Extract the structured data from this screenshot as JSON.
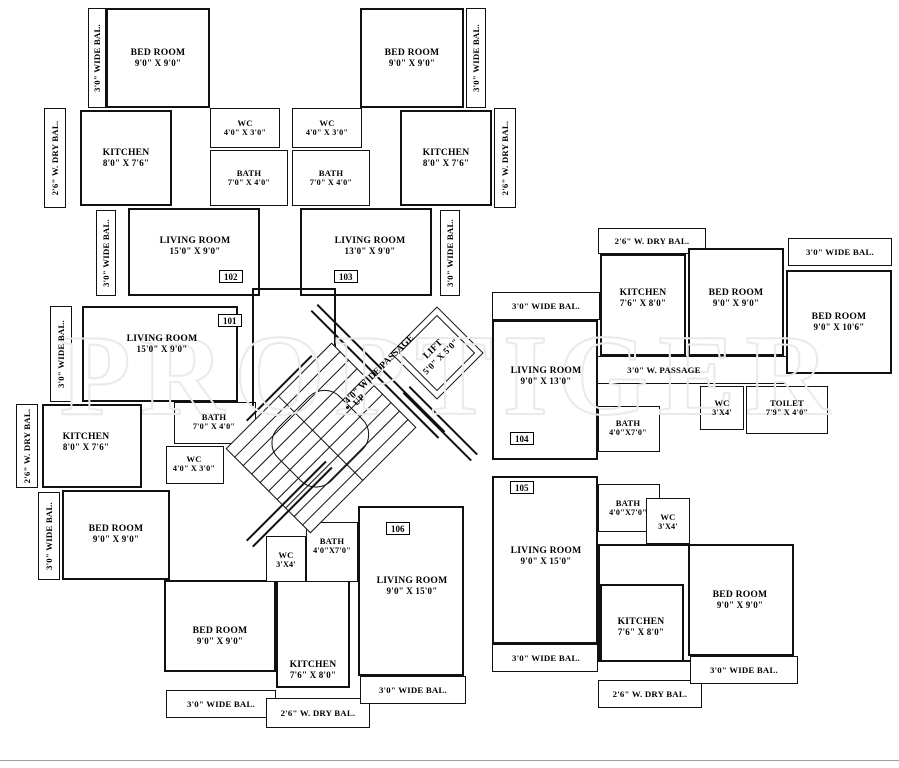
{
  "document": {
    "type": "floor-plan",
    "watermark": "PROPTIGER"
  },
  "units": [
    {
      "number": "101",
      "rooms": [
        {
          "name": "LIVING ROOM",
          "dim": "15'0\" X 9'0\""
        },
        {
          "name": "KITCHEN",
          "dim": "8'0\" X 7'6\""
        },
        {
          "name": "BED ROOM",
          "dim": "9'0\" X 9'0\""
        },
        {
          "name": "BATH",
          "dim": "7'0\" X 4'0\""
        },
        {
          "name": "WC",
          "dim": "4'0\" X 3'0\""
        }
      ],
      "balconies": [
        "3'0\" WIDE BAL.",
        "2'6\" W. DRY BAL.",
        "3'0\" WIDE BAL."
      ]
    },
    {
      "number": "102",
      "rooms": [
        {
          "name": "LIVING ROOM",
          "dim": "15'0\" X 9'0\""
        },
        {
          "name": "KITCHEN",
          "dim": "8'0\" X 7'6\""
        },
        {
          "name": "BED ROOM",
          "dim": "9'0\" X 9'0\""
        },
        {
          "name": "BATH",
          "dim": "7'0\" X 4'0\""
        },
        {
          "name": "WC",
          "dim": "4'0\" X 3'0\""
        }
      ],
      "balconies": [
        "3'0\" WIDE BAL.",
        "2'6\" W. DRY BAL.",
        "3'0\" WIDE BAL."
      ]
    },
    {
      "number": "103",
      "rooms": [
        {
          "name": "LIVING ROOM",
          "dim": "13'0\" X 9'0\""
        },
        {
          "name": "KITCHEN",
          "dim": "8'0\" X 7'6\""
        },
        {
          "name": "BED ROOM",
          "dim": "9'0\" X 9'0\""
        },
        {
          "name": "BATH",
          "dim": "7'0\" X 4'0\""
        },
        {
          "name": "WC",
          "dim": "4'0\" X 3'0\""
        }
      ],
      "balconies": [
        "3'0\" WIDE BAL.",
        "2'6\" W. DRY BAL.",
        "3'0\" WIDE BAL."
      ]
    },
    {
      "number": "104",
      "rooms": [
        {
          "name": "LIVING ROOM",
          "dim": "9'0\" X 13'0\""
        },
        {
          "name": "KITCHEN",
          "dim": "7'6\" X 8'0\""
        },
        {
          "name": "BED ROOM",
          "dim": "9'0\" X 9'0\""
        },
        {
          "name": "BED ROOM",
          "dim": "9'0\" X 10'6\""
        },
        {
          "name": "TOILET",
          "dim": "7'9\" X 4'0\""
        },
        {
          "name": "BATH",
          "dim": "4'0\"X7'0\""
        },
        {
          "name": "WC",
          "dim": "3'X4'"
        }
      ],
      "passage": "3'0\" W. PASSAGE",
      "balconies": [
        "3'0\" WIDE BAL.",
        "2'6\" W. DRY BAL.",
        "3'0\" WIDE BAL."
      ]
    },
    {
      "number": "105",
      "rooms": [
        {
          "name": "LIVING ROOM",
          "dim": "9'0\" X 15'0\""
        },
        {
          "name": "KITCHEN",
          "dim": "7'6\" X 8'0\""
        },
        {
          "name": "BED ROOM",
          "dim": "9'0\" X 9'0\""
        },
        {
          "name": "BATH",
          "dim": "4'0\"X7'0\""
        },
        {
          "name": "WC",
          "dim": "3'X4'"
        }
      ],
      "balconies": [
        "3'0\" WIDE BAL.",
        "2'6\" W. DRY BAL.",
        "3'0\" WIDE BAL."
      ]
    },
    {
      "number": "106",
      "rooms": [
        {
          "name": "LIVING ROOM",
          "dim": "9'0\" X 15'0\""
        },
        {
          "name": "KITCHEN",
          "dim": "7'6\" X 8'0\""
        },
        {
          "name": "BED ROOM",
          "dim": "9'0\" X 9'0\""
        },
        {
          "name": "BATH",
          "dim": "4'0\"X7'0\""
        },
        {
          "name": "WC",
          "dim": "3'X4'"
        }
      ],
      "balconies": [
        "3'0\" WIDE BAL.",
        "2'6\" W. DRY BAL.",
        "3'0\" WIDE BAL."
      ]
    }
  ],
  "core": {
    "lift_name": "LIFT",
    "lift_dim": "5'0\" X 5'0\"",
    "passage": "4'0\" WIDE PASSAGE",
    "stair_direction": "UP"
  },
  "labels": {
    "bed_room": "BED ROOM",
    "living_room": "LIVING ROOM",
    "kitchen": "KITCHEN",
    "bath": "BATH",
    "wc": "WC",
    "toilet": "TOILET",
    "bal_3_wide": "3'0\" WIDE BAL.",
    "bal_26_dry": "2'6\" W. DRY BAL.",
    "passage_3": "3'0\" W. PASSAGE",
    "dim_bed_9x9": "9'0\" X 9'0\"",
    "dim_bed_9x106": "9'0\" X 10'6\"",
    "dim_kit_8x76": "8'0\" X 7'6\"",
    "dim_kit_76x8": "7'6\" X 8'0\"",
    "dim_bath_7x4": "7'0\" X 4'0\"",
    "dim_bath_4x7": "4'0\"X7'0\"",
    "dim_wc_4x3": "4'0\" X 3'0\"",
    "dim_wc_3x4": "3'X4'",
    "dim_toilet": "7'9\" X 4'0\"",
    "dim_lr_15x9": "15'0\" X 9'0\"",
    "dim_lr_13x9": "13'0\" X 9'0\"",
    "dim_lr_9x13": "9'0\" X 13'0\"",
    "dim_lr_9x15": "9'0\" X 15'0\""
  }
}
